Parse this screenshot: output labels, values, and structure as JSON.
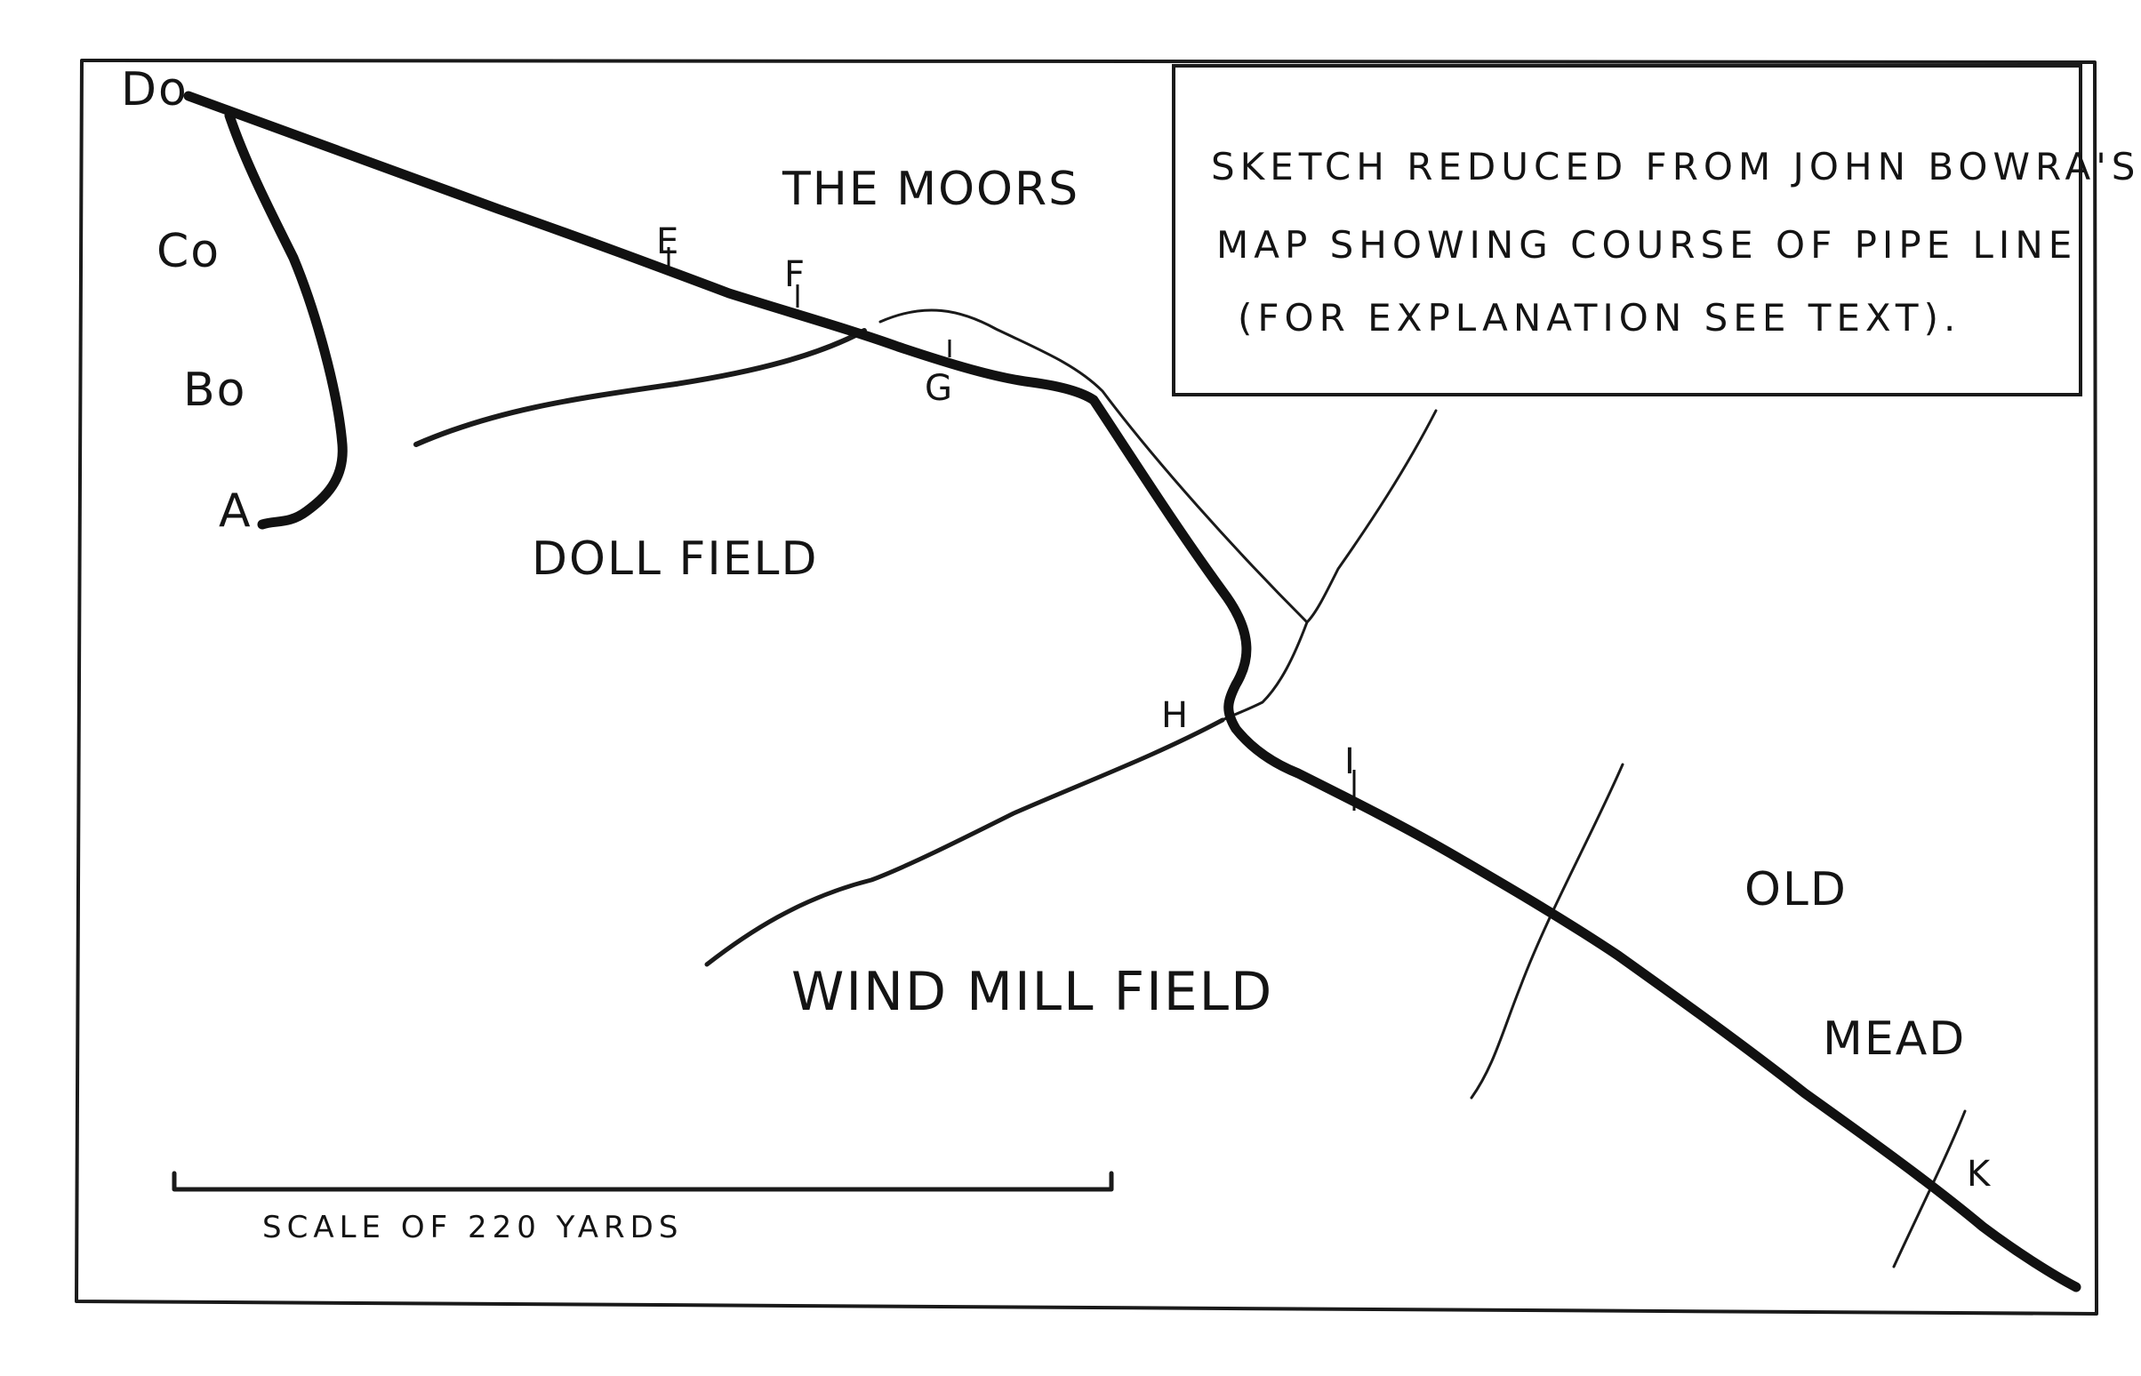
{
  "legend": {
    "line1": "SKETCH REDUCED FROM JOHN BOWRA'S",
    "line2": "MAP SHOWING COURSE OF PIPE LINE",
    "line3": "(FOR EXPLANATION SEE TEXT)."
  },
  "areas": {
    "moors": "THE MOORS",
    "doll_field": "DOLL FIELD",
    "windmill_field": "WIND MILL FIELD",
    "old": "OLD",
    "mead": "MEAD"
  },
  "points": {
    "do": "Do",
    "co": "Co",
    "bo": "Bo",
    "a": "A",
    "e": "E",
    "f": "F",
    "g": "G",
    "h": "H",
    "i": "I",
    "k": "K"
  },
  "scale": {
    "label": "SCALE OF 220 YARDS",
    "yards": 220
  },
  "colors": {
    "ink": "#111111",
    "paper": "#ffffff"
  }
}
